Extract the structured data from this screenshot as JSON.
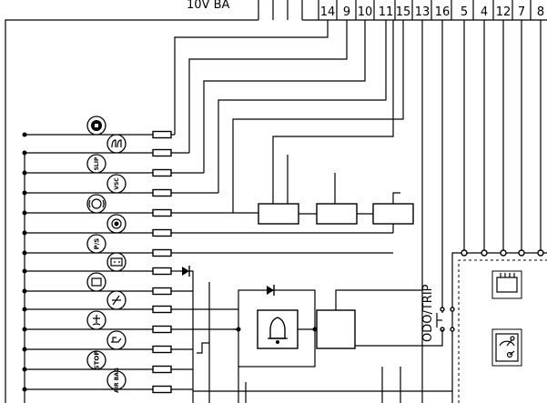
{
  "header": {
    "label": "10V BA"
  },
  "connector_pins": [
    "14",
    "9",
    "10",
    "11",
    "15",
    "13",
    "16",
    "5",
    "4",
    "12",
    "7",
    "8"
  ],
  "indicator_labels": {
    "slip": "SLIP",
    "vsc": "VSC",
    "power_steering": "P/S",
    "stop": "STOP",
    "air_bag": "AIR BAG"
  },
  "switch_label": "ODO/TRIP"
}
